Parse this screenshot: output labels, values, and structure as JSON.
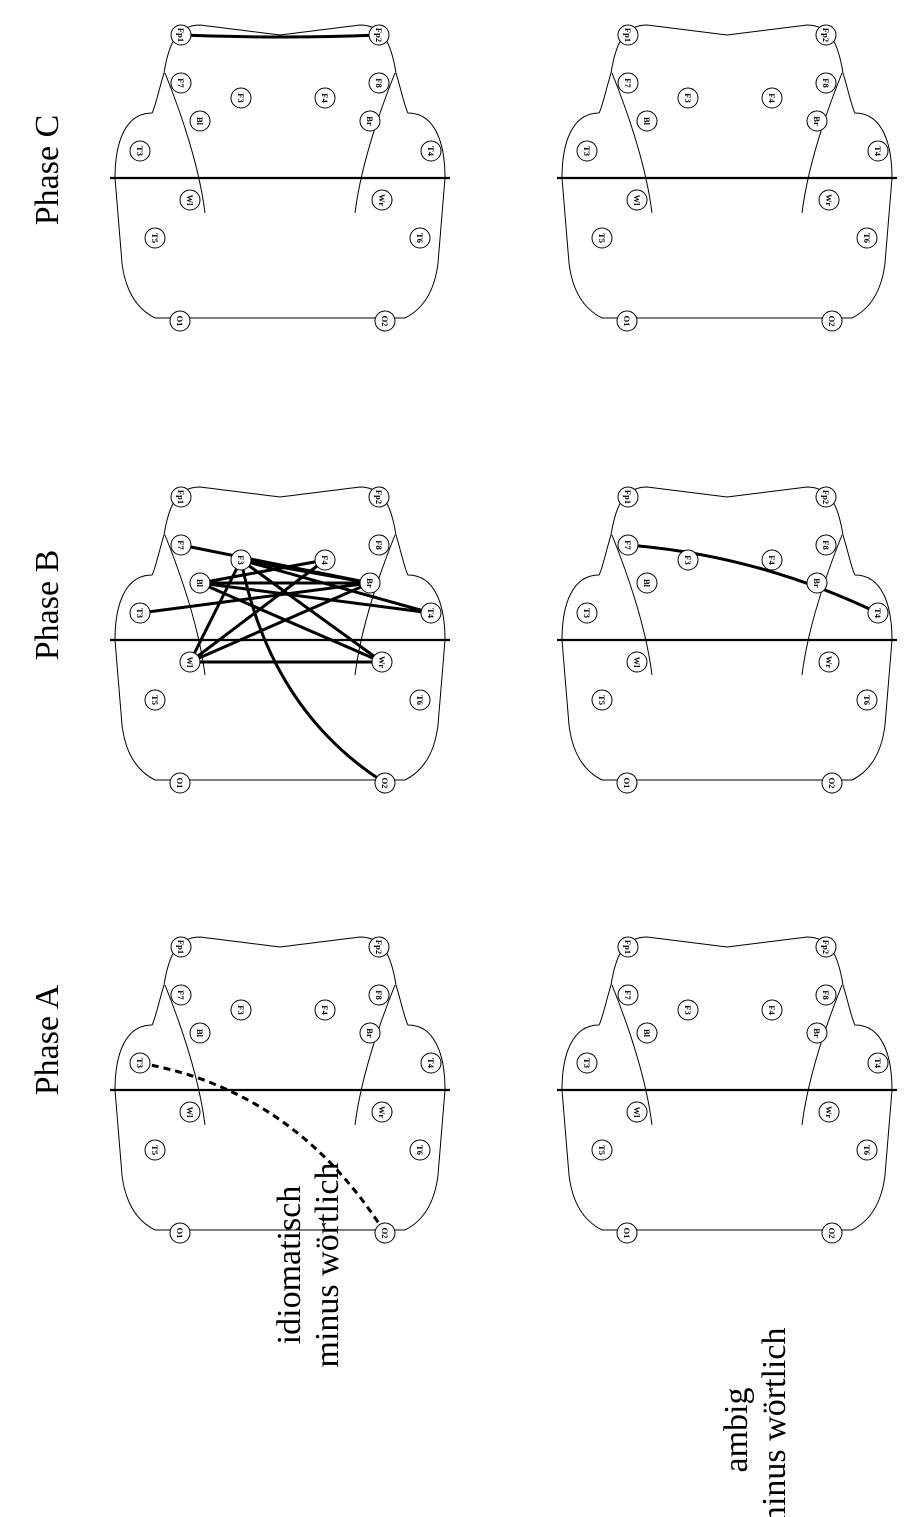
{
  "phases": [
    {
      "id": "A",
      "label": "Phase A"
    },
    {
      "id": "B",
      "label": "Phase B"
    },
    {
      "id": "C",
      "label": "Phase C"
    }
  ],
  "conditions": [
    {
      "id": "idiom",
      "line1": "idiomatisch",
      "line2": "minus wörtlich"
    },
    {
      "id": "ambig",
      "line1": "ambig",
      "line2": "minus wörtlich"
    }
  ],
  "electrodes": [
    "Fp1",
    "Fp2",
    "F7",
    "F3",
    "F4",
    "F8",
    "Bl",
    "Br",
    "T3",
    "T4",
    "Wl",
    "Wr",
    "T5",
    "T6",
    "O1",
    "O2"
  ],
  "connections": {
    "idiom_A": [
      {
        "from": "T3",
        "to": "O2",
        "style": "dashed"
      }
    ],
    "idiom_B": [
      {
        "from": "F7",
        "to": "Br",
        "style": "solid"
      },
      {
        "from": "F3",
        "to": "T4",
        "style": "solid"
      },
      {
        "from": "F3",
        "to": "Br",
        "style": "solid"
      },
      {
        "from": "F3",
        "to": "Wr",
        "style": "solid"
      },
      {
        "from": "F3",
        "to": "O2",
        "style": "solid"
      },
      {
        "from": "T3",
        "to": "Br",
        "style": "solid"
      },
      {
        "from": "Bl",
        "to": "F4",
        "style": "solid"
      },
      {
        "from": "Bl",
        "to": "Br",
        "style": "solid"
      },
      {
        "from": "Bl",
        "to": "T4",
        "style": "solid"
      },
      {
        "from": "Bl",
        "to": "Wr",
        "style": "solid"
      },
      {
        "from": "Wl",
        "to": "F4",
        "style": "solid"
      },
      {
        "from": "Wl",
        "to": "F3",
        "style": "solid"
      },
      {
        "from": "Wl",
        "to": "Br",
        "style": "solid"
      },
      {
        "from": "Wl",
        "to": "Wr",
        "style": "solid"
      }
    ],
    "idiom_C": [
      {
        "from": "Fp1",
        "to": "Fp2",
        "style": "solid"
      }
    ],
    "ambig_A": [],
    "ambig_B": [
      {
        "from": "F7",
        "to": "T4",
        "style": "solid"
      }
    ],
    "ambig_C": []
  }
}
